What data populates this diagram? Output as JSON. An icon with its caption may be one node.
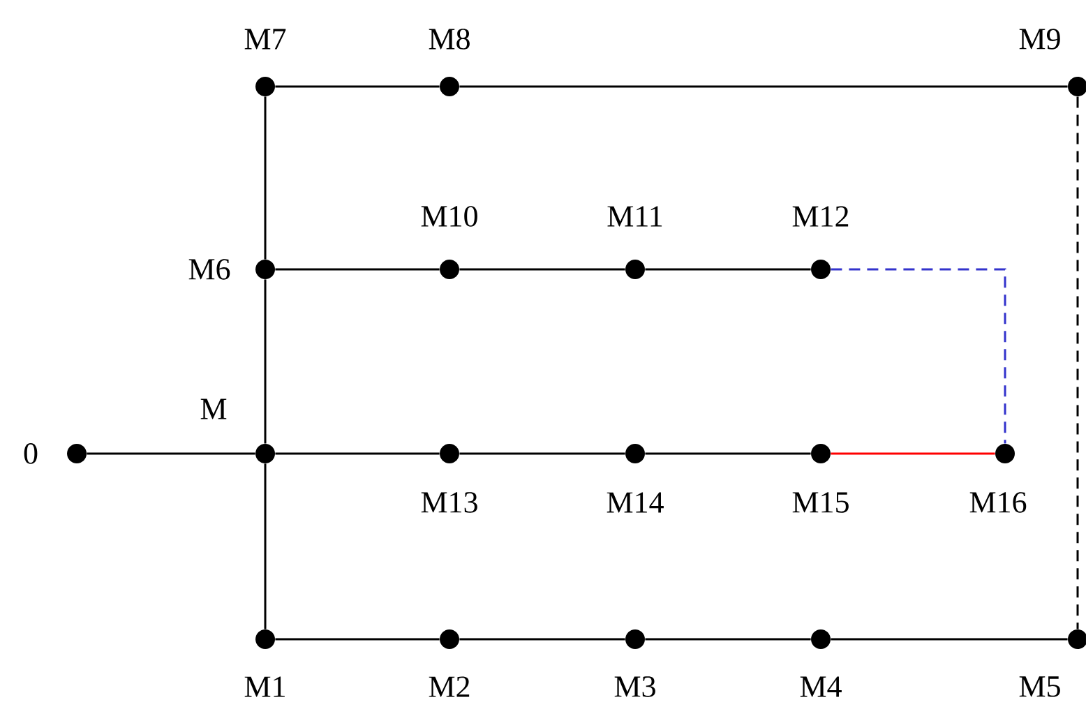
{
  "diagram": {
    "nodes": [
      {
        "text": [],
        "shape": "circle",
        "beside": [
          "0"
        ]
      },
      {
        "text": [],
        "shape": "circle",
        "beside": [
          "M"
        ]
      },
      {
        "text": [],
        "shape": "circle",
        "beside": [
          "M1"
        ]
      },
      {
        "text": [],
        "shape": "circle",
        "beside": [
          "M2"
        ]
      },
      {
        "text": [],
        "shape": "circle",
        "beside": [
          "M3"
        ]
      },
      {
        "text": [],
        "shape": "circle",
        "beside": [
          "M4"
        ]
      },
      {
        "text": [],
        "shape": "circle",
        "beside": [
          "M5"
        ]
      },
      {
        "text": [],
        "shape": "circle",
        "beside": [
          "M6"
        ]
      },
      {
        "text": [],
        "shape": "circle",
        "beside": [
          "M7"
        ]
      },
      {
        "text": [],
        "shape": "circle",
        "beside": [
          "M8"
        ]
      },
      {
        "text": [],
        "shape": "circle",
        "beside": [
          "M9"
        ]
      },
      {
        "text": [],
        "shape": "circle",
        "beside": [
          "M10"
        ]
      },
      {
        "text": [],
        "shape": "circle",
        "beside": [
          "M11"
        ]
      },
      {
        "text": [],
        "shape": "circle",
        "beside": [
          "M12"
        ]
      },
      {
        "text": [],
        "shape": "circle",
        "beside": [
          "M13"
        ]
      },
      {
        "text": [],
        "shape": "circle",
        "beside": [
          "M14"
        ]
      },
      {
        "text": [],
        "shape": "circle",
        "beside": [
          "M15"
        ]
      },
      {
        "text": [],
        "shape": "circle",
        "beside": [
          "M16"
        ]
      }
    ],
    "edges": [
      {
        "from": 0,
        "to": 1,
        "arrow": "none"
      },
      {
        "from": 1,
        "to": 7,
        "arrow": "none"
      },
      {
        "from": 7,
        "to": 8,
        "arrow": "none"
      },
      {
        "from": 1,
        "to": 2,
        "arrow": "none"
      },
      {
        "from": 8,
        "to": 9,
        "arrow": "none"
      },
      {
        "from": 9,
        "to": 10,
        "arrow": "none"
      },
      {
        "from": 10,
        "to": 6,
        "arrow": "none",
        "style": "dashed"
      },
      {
        "from": 2,
        "to": 3,
        "arrow": "none"
      },
      {
        "from": 3,
        "to": 4,
        "arrow": "none"
      },
      {
        "from": 4,
        "to": 5,
        "arrow": "none"
      },
      {
        "from": 5,
        "to": 6,
        "arrow": "none"
      },
      {
        "from": 7,
        "to": 11,
        "arrow": "none"
      },
      {
        "from": 11,
        "to": 12,
        "arrow": "none"
      },
      {
        "from": 12,
        "to": 13,
        "arrow": "none"
      },
      {
        "from": 13,
        "to": 17,
        "arrow": "none",
        "style": "dashed",
        "color": "#3333cc"
      },
      {
        "from": 1,
        "to": 14,
        "arrow": "none"
      },
      {
        "from": 14,
        "to": 15,
        "arrow": "none"
      },
      {
        "from": 15,
        "to": 16,
        "arrow": "none"
      },
      {
        "from": 16,
        "to": 17,
        "arrow": "none",
        "color": "#ff0000"
      }
    ]
  }
}
